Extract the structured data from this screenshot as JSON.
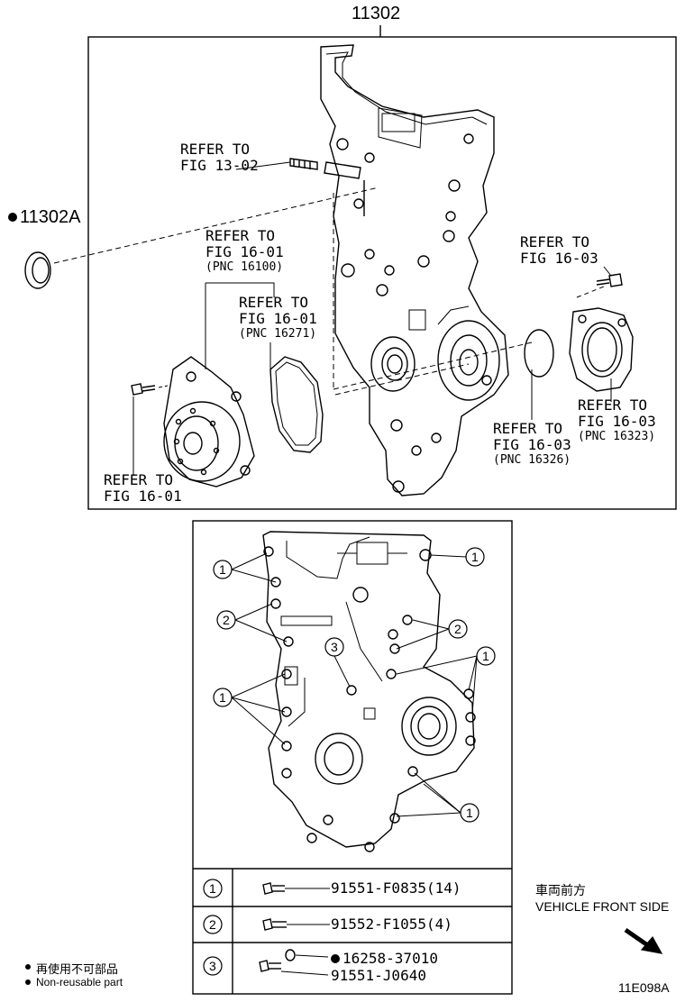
{
  "diagram": {
    "top_part_number": "11302",
    "seal_part_number": "11302A",
    "callouts": {
      "fig_13_02": {
        "line1": "REFER TO",
        "line2": "FIG 13-02"
      },
      "fig_16_01_pnc16100": {
        "line1": "REFER TO",
        "line2": "FIG 16-01",
        "line3": "(PNC 16100)"
      },
      "fig_16_01_pnc16271": {
        "line1": "REFER TO",
        "line2": "FIG 16-01",
        "line3": "(PNC 16271)"
      },
      "fig_16_03_top": {
        "line1": "REFER TO",
        "line2": "FIG 16-03"
      },
      "fig_16_03_pnc16323": {
        "line1": "REFER TO",
        "line2": "FIG 16-03",
        "line3": "(PNC 16323)"
      },
      "fig_16_03_pnc16326": {
        "line1": "REFER TO",
        "line2": "FIG 16-03",
        "line3": "(PNC 16326)"
      },
      "fig_16_01_bottom": {
        "line1": "REFER TO",
        "line2": "FIG 16-01"
      }
    },
    "bolt_markers": {
      "one": "1",
      "two": "2",
      "three": "3"
    },
    "bolt_table": [
      {
        "index": "1",
        "part": "91551-F0835(14)"
      },
      {
        "index": "2",
        "part": "91552-F1055(4)"
      },
      {
        "index": "3",
        "part": "16258-37010",
        "part2": "91551-J0640"
      }
    ],
    "front_side": {
      "japanese": "車両前方",
      "english": "VEHICLE FRONT SIDE"
    },
    "legend": {
      "japanese": "再使用不可部品",
      "english": "Non-reusable part"
    },
    "figure_code": "11E098A"
  }
}
